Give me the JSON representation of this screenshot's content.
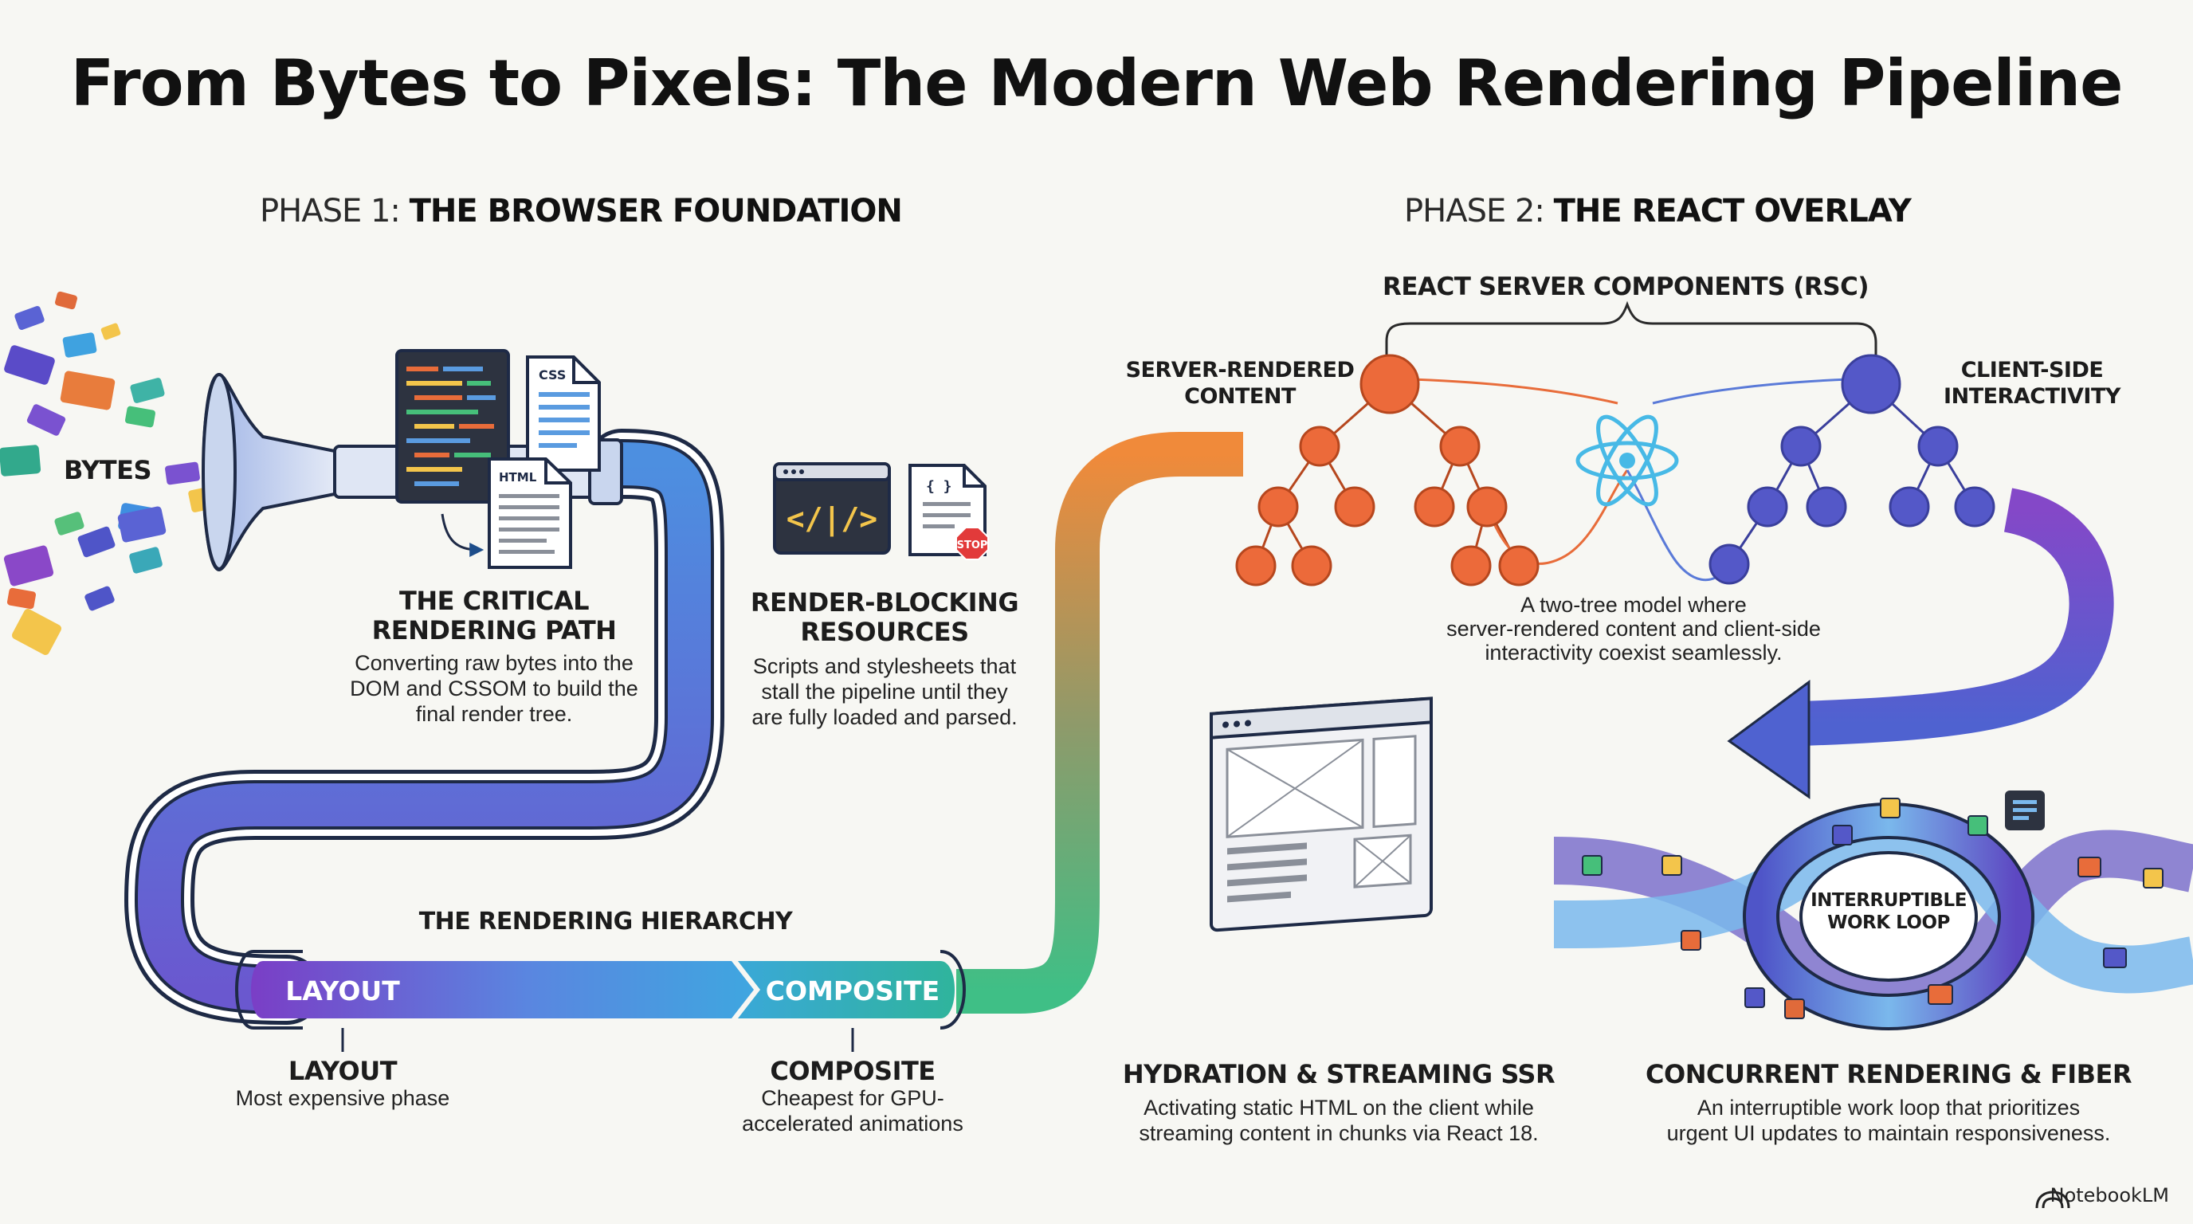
{
  "title": "From Bytes to Pixels: The Modern Web Rendering Pipeline",
  "phase1": {
    "prefix": "PHASE 1:",
    "name": "THE BROWSER FOUNDATION"
  },
  "phase2": {
    "prefix": "PHASE 2:",
    "name": "THE REACT OVERLAY"
  },
  "bytes_label": "BYTES",
  "icons": {
    "code_doc": "code-document-icon",
    "css_doc": "css-file-icon",
    "html_doc": "html-file-icon",
    "script_window": "script-window-icon",
    "stop_doc": "stop-document-icon",
    "react": "react-atom-icon",
    "wireframe": "browser-wireframe-icon",
    "menu": "menu-card-icon",
    "funnel": "funnel-icon"
  },
  "doc_labels": {
    "css": "CSS",
    "html": "HTML",
    "stop": "STOP",
    "braces": "{ }",
    "code": "</|/>"
  },
  "critical_path": {
    "heading": "THE CRITICAL\nRENDERING PATH",
    "text": "Converting raw bytes into the\nDOM and CSSOM to build the\nfinal render tree."
  },
  "render_blocking": {
    "heading": "RENDER-BLOCKING\nRESOURCES",
    "text": "Scripts and stylesheets that\nstall the pipeline until they\nare fully loaded and parsed."
  },
  "hierarchy": {
    "heading": "THE RENDERING HIERARCHY",
    "stages": [
      "LAYOUT",
      "COMPOSITE"
    ]
  },
  "layout": {
    "heading": "LAYOUT",
    "text": "Most expensive phase"
  },
  "composite": {
    "heading": "COMPOSITE",
    "text": "Cheapest for GPU-\naccelerated animations"
  },
  "rsc": {
    "heading": "REACT SERVER COMPONENTS (RSC)",
    "server_label": "SERVER-RENDERED\nCONTENT",
    "client_label": "CLIENT-SIDE\nINTERACTIVITY",
    "text": "A two-tree model where\nserver-rendered content and client-side\ninteractivity coexist seamlessly."
  },
  "hydration": {
    "heading": "HYDRATION & STREAMING SSR",
    "text": "Activating static HTML on the client while\nstreaming content in chunks via React 18."
  },
  "concurrent": {
    "loop_label": "INTERRUPTIBLE\nWORK LOOP",
    "heading": "CONCURRENT RENDERING & FIBER",
    "text": "An interruptible work loop that prioritizes\nurgent UI updates to maintain responsiveness."
  },
  "colors": {
    "purple": "#7b3fc6",
    "blue": "#3f8fe0",
    "teal": "#2fb3a6",
    "green": "#46bf7a",
    "orange": "#ec8a3c",
    "server_tree": "#ec6a3a",
    "client_tree": "#4f58c8",
    "react": "#47b9e6"
  },
  "brand": "NotebookLM"
}
